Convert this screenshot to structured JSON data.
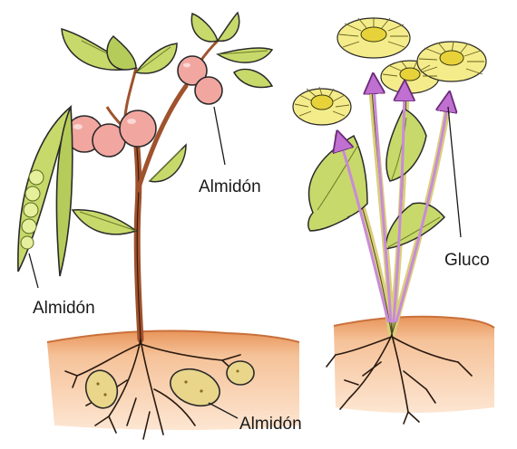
{
  "labels": {
    "pea_pod": "Almidón",
    "fruit": "Almidón",
    "tuber": "Almidón",
    "flower": "Gluco"
  },
  "colors": {
    "leaf": "#c7d96a",
    "leaf_dark": "#8fa83a",
    "fruit": "#f2a6a0",
    "stem": "#a0522d",
    "soil": "#f3b98a",
    "flower": "#f4ec8a",
    "flower_center": "#e8d23a",
    "arrow": "#c98bd8",
    "outline": "#2a2a2a"
  }
}
